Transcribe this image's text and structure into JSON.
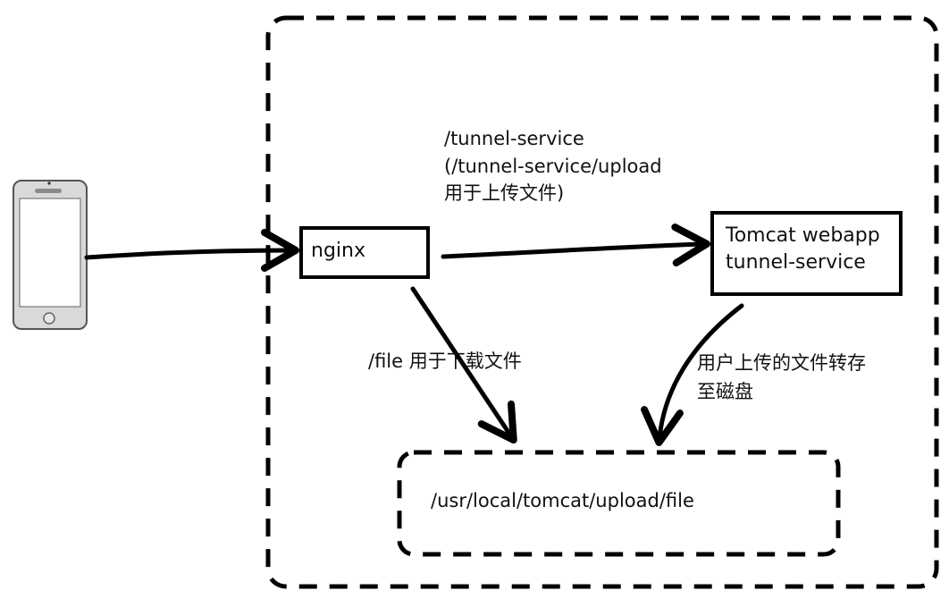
{
  "nodes": {
    "phone": {
      "icon": "smartphone-icon"
    },
    "nginx": {
      "label": "nginx"
    },
    "tomcat": {
      "label_line1": "Tomcat webapp",
      "label_line2": "tunnel-service"
    },
    "storage": {
      "label": "/usr/local/tomcat/upload/file"
    }
  },
  "edges": {
    "nginx_to_tomcat": {
      "line1": "/tunnel-service",
      "line2": "(/tunnel-service/upload",
      "line3": "用于上传文件)"
    },
    "nginx_to_storage": {
      "label": "/file 用于下载文件"
    },
    "tomcat_to_storage": {
      "line1": "用户上传的文件转存",
      "line2": "至磁盘"
    }
  },
  "colors": {
    "stroke": "#000000",
    "phone_body": "#d9d9d9",
    "phone_screen": "#ffffff"
  }
}
